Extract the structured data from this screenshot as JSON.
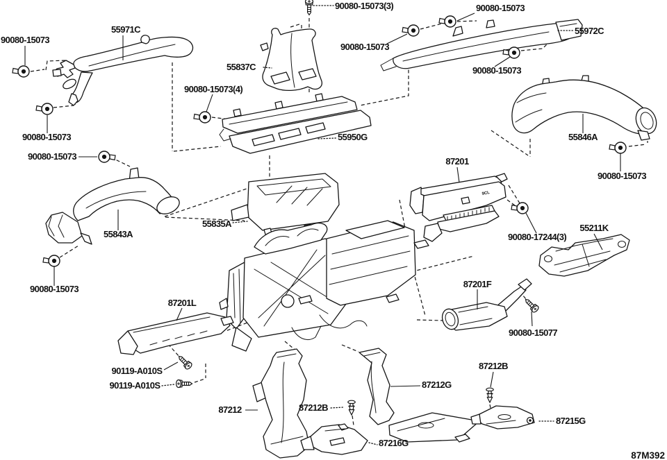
{
  "diagram": {
    "drawing_code": "87M392",
    "part_marking": "9CL",
    "colors": {
      "ink": "#141414",
      "background": "#ffffff"
    },
    "callouts": [
      {
        "id": "bolt-top-left",
        "text": "90080-15073"
      },
      {
        "id": "part-55971C",
        "text": "55971C"
      },
      {
        "id": "bolt-left-2",
        "text": "90080-15073"
      },
      {
        "id": "bolt-left-3",
        "text": "90080-15073"
      },
      {
        "id": "bolt-top-center",
        "text": "90080-15073(3)"
      },
      {
        "id": "part-55837C",
        "text": "55837C"
      },
      {
        "id": "bolt-center-x4",
        "text": "90080-15073(4)"
      },
      {
        "id": "part-55950G",
        "text": "55950G"
      },
      {
        "id": "bolt-top-mid",
        "text": "90080-15073"
      },
      {
        "id": "bolt-top-right",
        "text": "90080-15073"
      },
      {
        "id": "part-55972C",
        "text": "55972C"
      },
      {
        "id": "bolt-right-upper",
        "text": "90080-15073"
      },
      {
        "id": "part-55846A",
        "text": "55846A"
      },
      {
        "id": "bolt-right-mid",
        "text": "90080-15073"
      },
      {
        "id": "part-87201",
        "text": "87201"
      },
      {
        "id": "bolt-17244-x3",
        "text": "90080-17244(3)"
      },
      {
        "id": "part-55211K",
        "text": "55211K"
      },
      {
        "id": "part-55835A",
        "text": "55835A"
      },
      {
        "id": "part-55843A",
        "text": "55843A"
      },
      {
        "id": "bolt-left-bottom",
        "text": "90080-15073"
      },
      {
        "id": "part-87201L",
        "text": "87201L"
      },
      {
        "id": "screw-upper",
        "text": "90119-A010S"
      },
      {
        "id": "screw-lower",
        "text": "90119-A010S"
      },
      {
        "id": "part-87212",
        "text": "87212"
      },
      {
        "id": "clip-left",
        "text": "87212B"
      },
      {
        "id": "part-87212G",
        "text": "87212G"
      },
      {
        "id": "part-87216G",
        "text": "87216G"
      },
      {
        "id": "part-87201F",
        "text": "87201F"
      },
      {
        "id": "screw-15077",
        "text": "90080-15077"
      },
      {
        "id": "clip-right",
        "text": "87212B"
      },
      {
        "id": "part-87215G",
        "text": "87215G"
      }
    ]
  }
}
